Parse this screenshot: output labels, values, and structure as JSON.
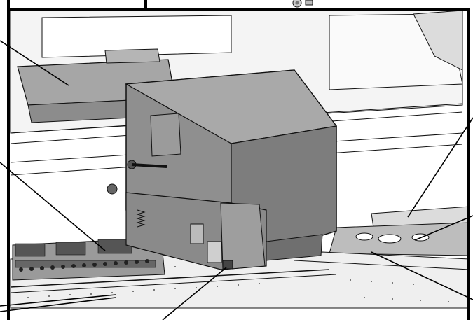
{
  "figure": {
    "subject": "printer-carriage-cutaway",
    "colors": {
      "background": "#ffffff",
      "line": "#111111",
      "frame": "#000000",
      "body_dark": "#8c8c8c",
      "body_mid": "#a6a6a6",
      "body_light": "#c9c9c9",
      "platen": "#efefef",
      "rail": "#dcdcdc"
    },
    "callouts": [
      {
        "id": "top-left",
        "target": "carriage-top-plate"
      },
      {
        "id": "left-middle",
        "target": "cutter-chain"
      },
      {
        "id": "left-bottom",
        "target": "platen-groove"
      },
      {
        "id": "bottom-center",
        "target": "head-bottom-nozzle"
      },
      {
        "id": "right-top",
        "target": "right-rail-bracket"
      },
      {
        "id": "right-middle",
        "target": "wiper-plate"
      },
      {
        "id": "right-bottom",
        "target": "platen-edge"
      },
      {
        "id": "top-center",
        "target": "top-cover-screw"
      }
    ]
  }
}
